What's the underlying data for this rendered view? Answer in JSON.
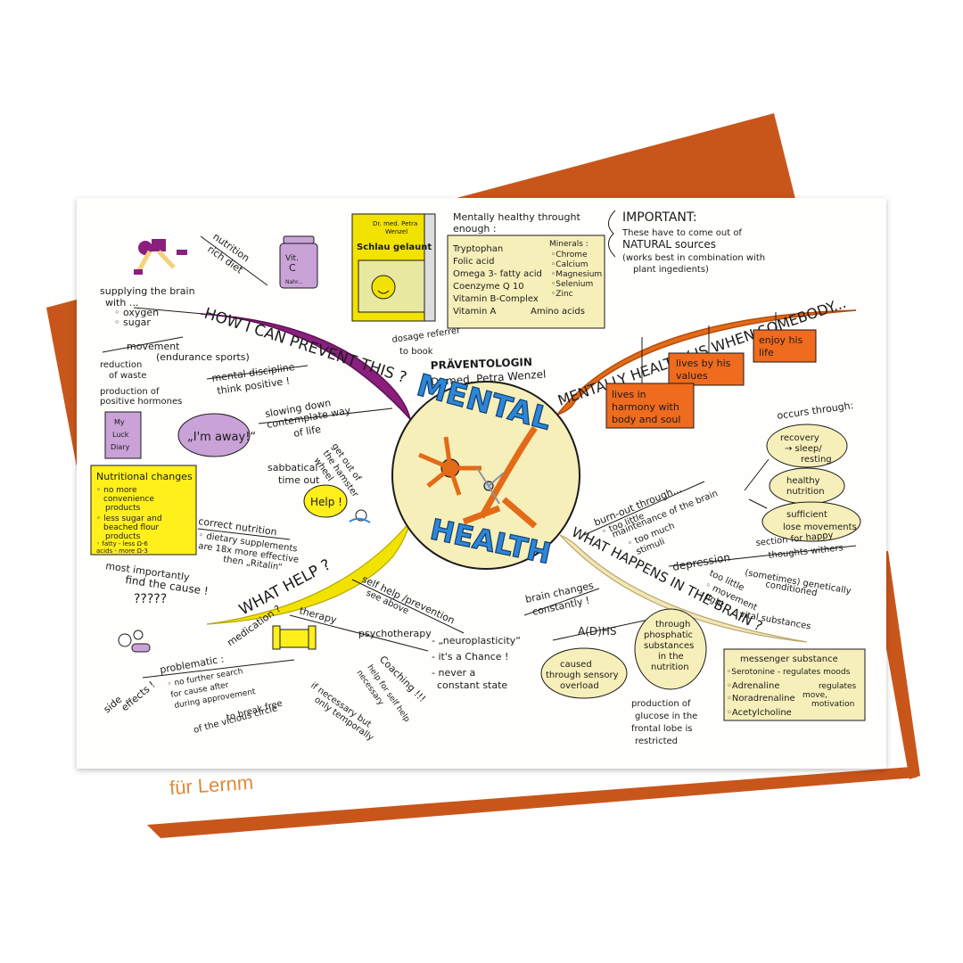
{
  "colors": {
    "accent_orange": "#c8561b",
    "purple_branch": "#8a1f7e",
    "orange_branch": "#e36a17",
    "yellow_branch": "#f2e200",
    "beige_branch": "#f2e6b8",
    "center_fill": "#f7efb9",
    "title_blue": "#2d86d6",
    "sticky_yellow": "#ffef1a",
    "box_orange": "#ef6b1e",
    "bubble_beige": "#f6edb8",
    "bubble_purple": "#c9a2d8"
  },
  "back_card": {
    "text": "für Lernm"
  },
  "center": {
    "title_top": "MENTAL",
    "title_bottom": "HEALTH",
    "role": "PRÄVENTOLOGIN",
    "author": "Dr.med. Petra Wenzel"
  },
  "branches": {
    "prevent": "HOW I CAN PREVENT THIS ?",
    "healthy": "MENTALLY HEALTHY IS WHEN SOMEBODY...",
    "help": "WHAT HELP ?",
    "brain": "WHAT HAPPENS IN THE BRAIN ?"
  },
  "prevent": {
    "nutrition_rich_diet": [
      "nutrition",
      "rich diet"
    ],
    "supplying": [
      "supplying the brain",
      "with ...",
      "◦ oxygen",
      "◦ sugar"
    ],
    "movement": [
      "movement",
      "(endurance sports)"
    ],
    "reduction": [
      "reduction",
      "of waste"
    ],
    "mental_discipline": [
      "mental discipline",
      "think positive !"
    ],
    "hormones": [
      "production of",
      "positive hormones"
    ],
    "slowing": [
      "slowing down",
      "contemplate way",
      "of life"
    ],
    "hamster": [
      "get out of",
      "the hamster",
      "wheel"
    ],
    "sabbatical": [
      "sabbatical",
      "time out"
    ],
    "im_away": "„I'm away!“",
    "diary": [
      "My",
      "Luck",
      "Diary"
    ],
    "vitamin": [
      "Vit.",
      "C",
      "Nahr..."
    ]
  },
  "book": {
    "cover_author": [
      "Dr. med. Petra",
      "Wenzel"
    ],
    "cover_title": "Schlau gelaunt",
    "dosage": [
      "dosage referrer",
      "to book"
    ]
  },
  "nutrients": {
    "intro": [
      "Mentally healthy throught",
      "enough :"
    ],
    "left": [
      "Tryptophan",
      "Folic acid",
      "Omega 3- fatty acid",
      "Coenzyme Q 10",
      "Vitamin B-Complex",
      "Vitamin A"
    ],
    "minerals_title": "Minerals :",
    "minerals": [
      "◦Chrome",
      "◦Calcium",
      "◦Magnesium",
      "◦Selenium",
      "◦Zinc"
    ],
    "amino": "Amino acids"
  },
  "important": {
    "title": "IMPORTANT:",
    "lines": [
      "These have to come out of",
      "NATURAL sources",
      "(works best in combination with",
      "plant ingedients)"
    ]
  },
  "healthy": {
    "box1": [
      "enjoy his",
      "life"
    ],
    "box2": [
      "lives by his",
      "values"
    ],
    "box3": [
      "lives in",
      "harmony with",
      "body and soul"
    ]
  },
  "occurs": {
    "title": "occurs through:",
    "bubble1": [
      "recovery",
      "→ sleep/",
      "resting"
    ],
    "bubble2": [
      "healthy",
      "nutrition"
    ],
    "bubble3": [
      "sufficient",
      "lose movements"
    ]
  },
  "brain": {
    "burnout": [
      "burn-out through...",
      "◦ too little",
      "maintenance of the brain",
      "◦ too much",
      "stimuli"
    ],
    "depression": "depression",
    "section": [
      "section for happy",
      "thoughts withers"
    ],
    "genetic": [
      "(sometimes) genetically",
      "conditioned"
    ],
    "too_little": [
      "too little",
      "◦ movement",
      "◦ light",
      "◦ vital substances"
    ],
    "brain_changes": [
      "brain changes",
      "constantly !"
    ],
    "neuro": [
      "- „neuroplasticity“",
      "- it's a Chance !",
      "- never a",
      "constant state"
    ],
    "adhs": "A(D)HS",
    "sensory": [
      "caused",
      "through sensory",
      "overload"
    ],
    "phosphatic": [
      "through",
      "phosphatic",
      "substances",
      "in the",
      "nutrition"
    ],
    "glucose": [
      "production of",
      "glucose in the",
      "frontal lobe is",
      "restricted"
    ]
  },
  "messenger": {
    "title": "messenger substance",
    "serotonine": "◦Serotonine - regulates moods",
    "adrenaline": "◦Adrenaline",
    "noradrenaline": "◦Noradrenaline",
    "acetylcholine": "◦Acetylcholine",
    "regulates": [
      "regulates",
      "move,",
      "motivation"
    ]
  },
  "nutritional_changes": {
    "title": "Nutritional changes",
    "items": [
      "◦ no more",
      "convenience",
      "products",
      "◦ less sugar and",
      "beached flour",
      "products",
      "◦ fatty - less Ω-6",
      "acids - more Ω-3"
    ]
  },
  "help": {
    "help_bubble": "Help !",
    "correct": [
      "correct nutrition",
      "◦ dietary supplements",
      "are 18x more effective",
      "then „Ritalin“"
    ],
    "most_importantly": [
      "most importantly",
      "find the cause !"
    ],
    "self_help": [
      "self help /prevention",
      "see above"
    ],
    "therapy": "therapy",
    "psychotherapy": "psychotherapy",
    "coaching": [
      "Coaching !!!",
      "help for self help",
      "necessary"
    ],
    "medication": "medication ?",
    "problematic": [
      "problematic :",
      "◦ no further search",
      "for cause after",
      "during approvement"
    ],
    "side_effects": [
      "side",
      "effects !"
    ],
    "vicious": [
      "to break free",
      "of the vicious circle"
    ],
    "necessary": [
      "if necessary but",
      "only temporally"
    ]
  }
}
